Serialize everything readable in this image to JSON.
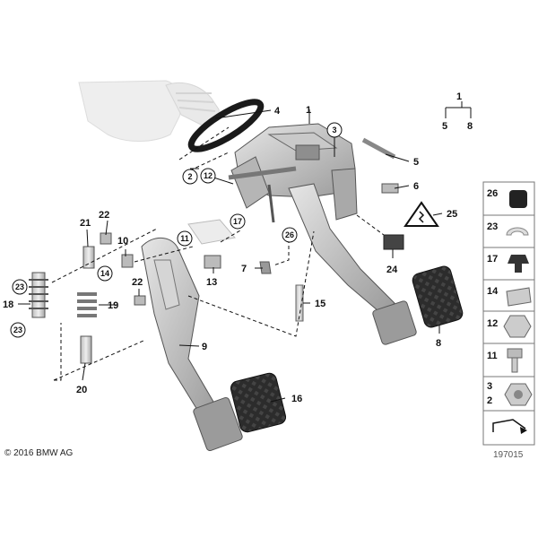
{
  "diagram": {
    "copyright": "© 2016 BMW AG",
    "reference_number": "197015",
    "callouts": {
      "p1": "1",
      "p2": "2",
      "p3": "3",
      "p4": "4",
      "p5": "5",
      "p6": "6",
      "p7": "7",
      "p8": "8",
      "p9": "9",
      "p10": "10",
      "p11": "11",
      "p12": "12",
      "p13": "13",
      "p14": "14",
      "p15": "15",
      "p16": "16",
      "p17": "17",
      "p18": "18",
      "p19": "19",
      "p20": "20",
      "p21": "21",
      "p22a": "22",
      "p22b": "22",
      "p23a": "23",
      "p23b": "23",
      "p24": "24",
      "p25": "25",
      "p26": "26",
      "tree_root": "1",
      "tree_left": "5",
      "tree_right": "8"
    },
    "legend": {
      "i26": "26",
      "i23": "23",
      "i17": "17",
      "i14": "14",
      "i12": "12",
      "i11": "11",
      "i3": "3",
      "i2": "2"
    }
  }
}
